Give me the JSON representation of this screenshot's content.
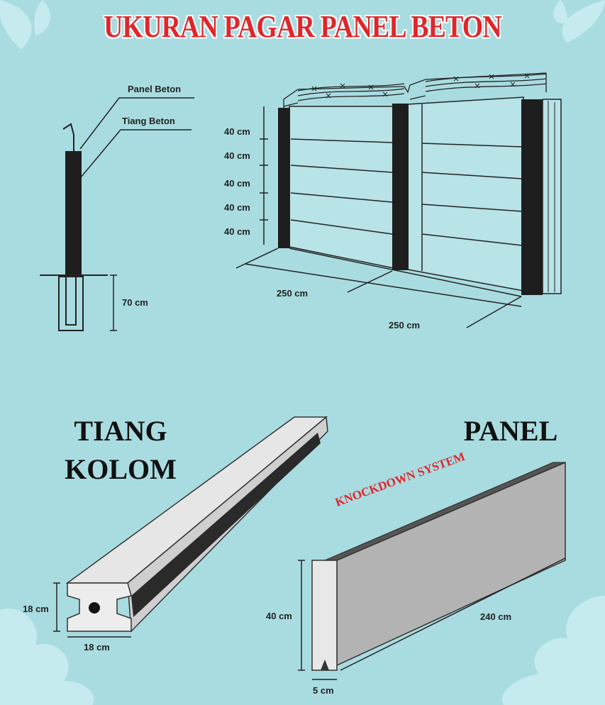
{
  "title": "UKURAN PAGAR PANEL BETON",
  "labels": {
    "panel_beton": "Panel Beton",
    "tiang_beton": "Tiang Beton",
    "depth": "70 cm",
    "heights": [
      "40 cm",
      "40 cm",
      "40 cm",
      "40 cm",
      "40 cm"
    ],
    "width_1": "250 cm",
    "width_2": "250 cm"
  },
  "tiang": {
    "heading_1": "TIANG",
    "heading_2": "KOLOM",
    "dim_height": "18 cm",
    "dim_width": "18 cm"
  },
  "panel": {
    "heading": "PANEL",
    "system": "KNOCKDOWN SYSTEM",
    "dim_height": "40 cm",
    "dim_length": "240 cm",
    "dim_thickness": "5 cm"
  },
  "colors": {
    "background": "#a9dce0",
    "title_red": "#e0262b",
    "post_dark": "#1e1e1e",
    "panel_grey": "#b3b3b3"
  }
}
